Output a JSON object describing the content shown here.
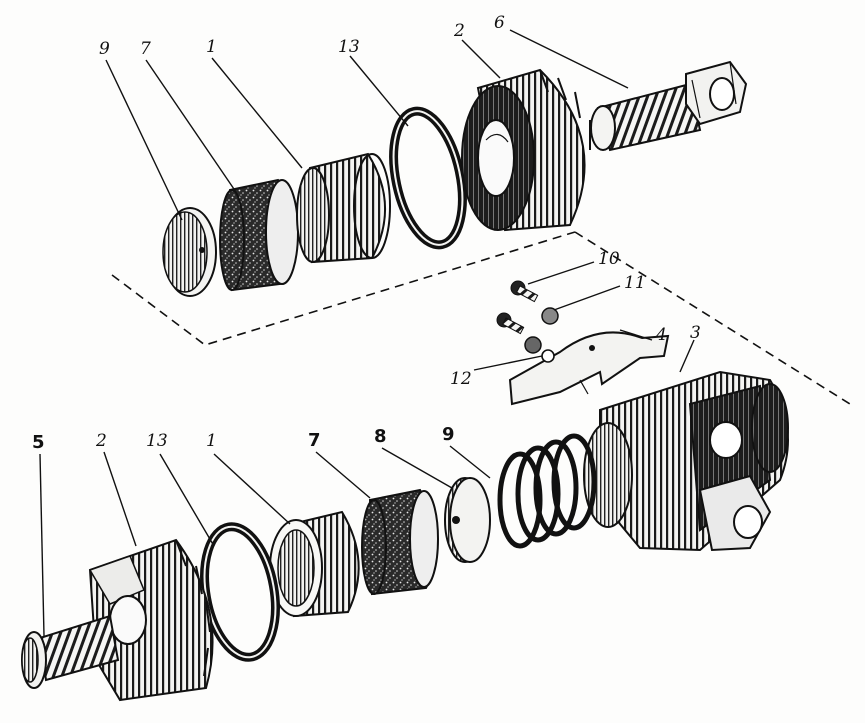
{
  "callouts": {
    "top": [
      "9",
      "7",
      "1",
      "13",
      "2",
      "6",
      "10",
      "11",
      "4",
      "3",
      "12"
    ],
    "bottom": [
      "5",
      "2",
      "13",
      "1",
      "7",
      "8",
      "9"
    ]
  },
  "colors": {
    "ink": "#111111",
    "paper": "#fdfdfc"
  }
}
